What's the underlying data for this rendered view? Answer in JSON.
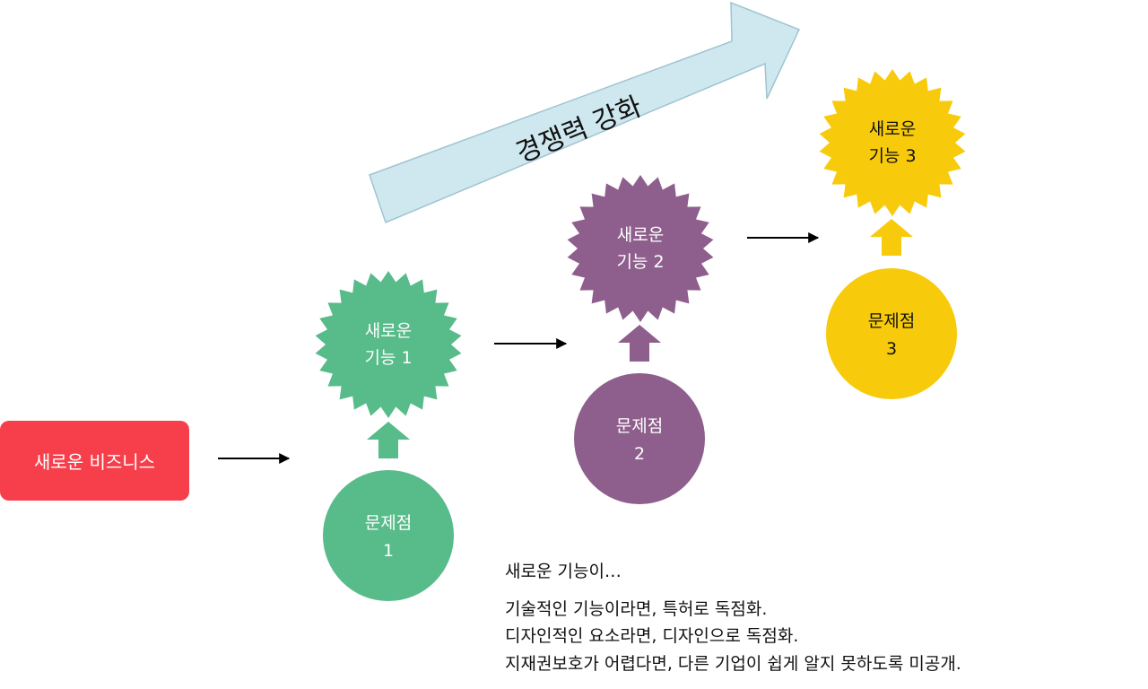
{
  "colors": {
    "business": "#f73f4c",
    "stage1": "#57bb8a",
    "stage2": "#8e5f8c",
    "stage3": "#f7cb0b",
    "big_arrow_fill": "#cfe8ef",
    "big_arrow_stroke": "#9fc4d0",
    "connector": "#000000"
  },
  "business": {
    "label": "새로운 비즈니스"
  },
  "competitiveness_arrow": {
    "label": "경쟁력 강화"
  },
  "stages": [
    {
      "feature_line1": "새로운",
      "feature_line2": "기능 1",
      "problem_line1": "문제점",
      "problem_line2": "1"
    },
    {
      "feature_line1": "새로운",
      "feature_line2": "기능 2",
      "problem_line1": "문제점",
      "problem_line2": "2"
    },
    {
      "feature_line1": "새로운",
      "feature_line2": "기능 3",
      "problem_line1": "문제점",
      "problem_line2": "3"
    }
  ],
  "notes": {
    "heading": "새로운 기능이…",
    "line1": "기술적인 기능이라면, 특허로 독점화.",
    "line2": "디자인적인 요소라면, 디자인으로 독점화.",
    "line3": "지재권보호가 어렵다면, 다른 기업이 쉽게 알지 못하도록 미공개."
  }
}
